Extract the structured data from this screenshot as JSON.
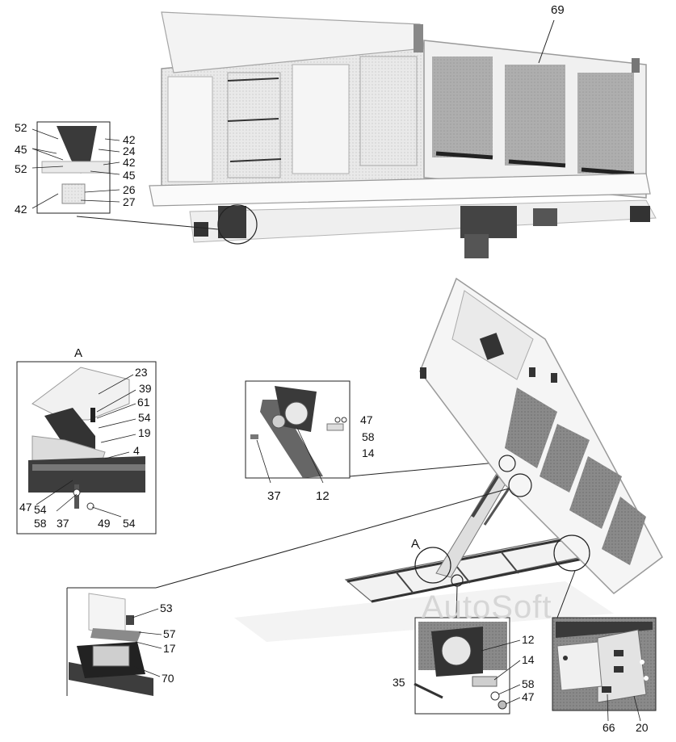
{
  "watermark": "AutoSoft",
  "main_view": {
    "callout_69": "69"
  },
  "inset_top_left": {
    "labels": [
      "52",
      "45",
      "52",
      "42",
      "42",
      "24",
      "42",
      "45",
      "26",
      "27"
    ]
  },
  "detail_A": {
    "title": "A",
    "labels": [
      "23",
      "39",
      "61",
      "54",
      "19",
      "4",
      "47",
      "54",
      "58",
      "37",
      "49",
      "54"
    ]
  },
  "inset_center": {
    "labels": [
      "47",
      "58",
      "14",
      "37",
      "12"
    ]
  },
  "inset_bottom_left": {
    "labels": [
      "53",
      "57",
      "17",
      "70"
    ]
  },
  "tipped_view": {
    "callout_A": "A"
  },
  "inset_bottom_center": {
    "labels": [
      "12",
      "14",
      "35",
      "58",
      "47"
    ]
  },
  "inset_bottom_right": {
    "labels": [
      "66",
      "20"
    ]
  }
}
